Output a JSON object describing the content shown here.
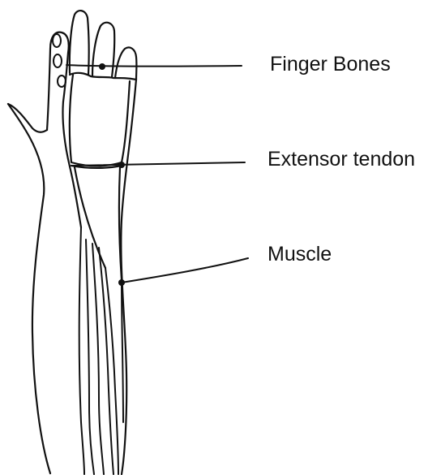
{
  "labels": {
    "finger_bones": "Finger Bones",
    "extensor_tendon": "Extensor tendon",
    "muscle": "Muscle"
  },
  "colors": {
    "ink": "#111111",
    "background": "#ffffff"
  }
}
